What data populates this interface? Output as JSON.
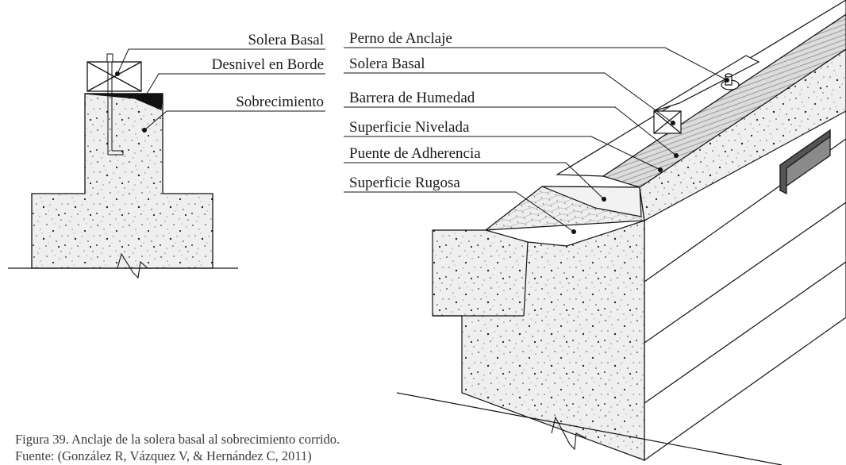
{
  "left_detail": {
    "labels": [
      "Solera Basal",
      "Desnivel en Borde",
      "Sobrecimiento"
    ]
  },
  "right_detail": {
    "labels": [
      "Perno de Anclaje",
      "Solera Basal",
      "Barrera de Humedad",
      "Superficie Nivelada",
      "Puente de Adherencia",
      "Superficie Rugosa"
    ]
  },
  "caption": {
    "figure": "Figura 39. Anclaje de la solera basal al sobrecimiento corrido.",
    "source": "Fuente:  (González R, Vázquez V, & Hernández C, 2011)"
  }
}
